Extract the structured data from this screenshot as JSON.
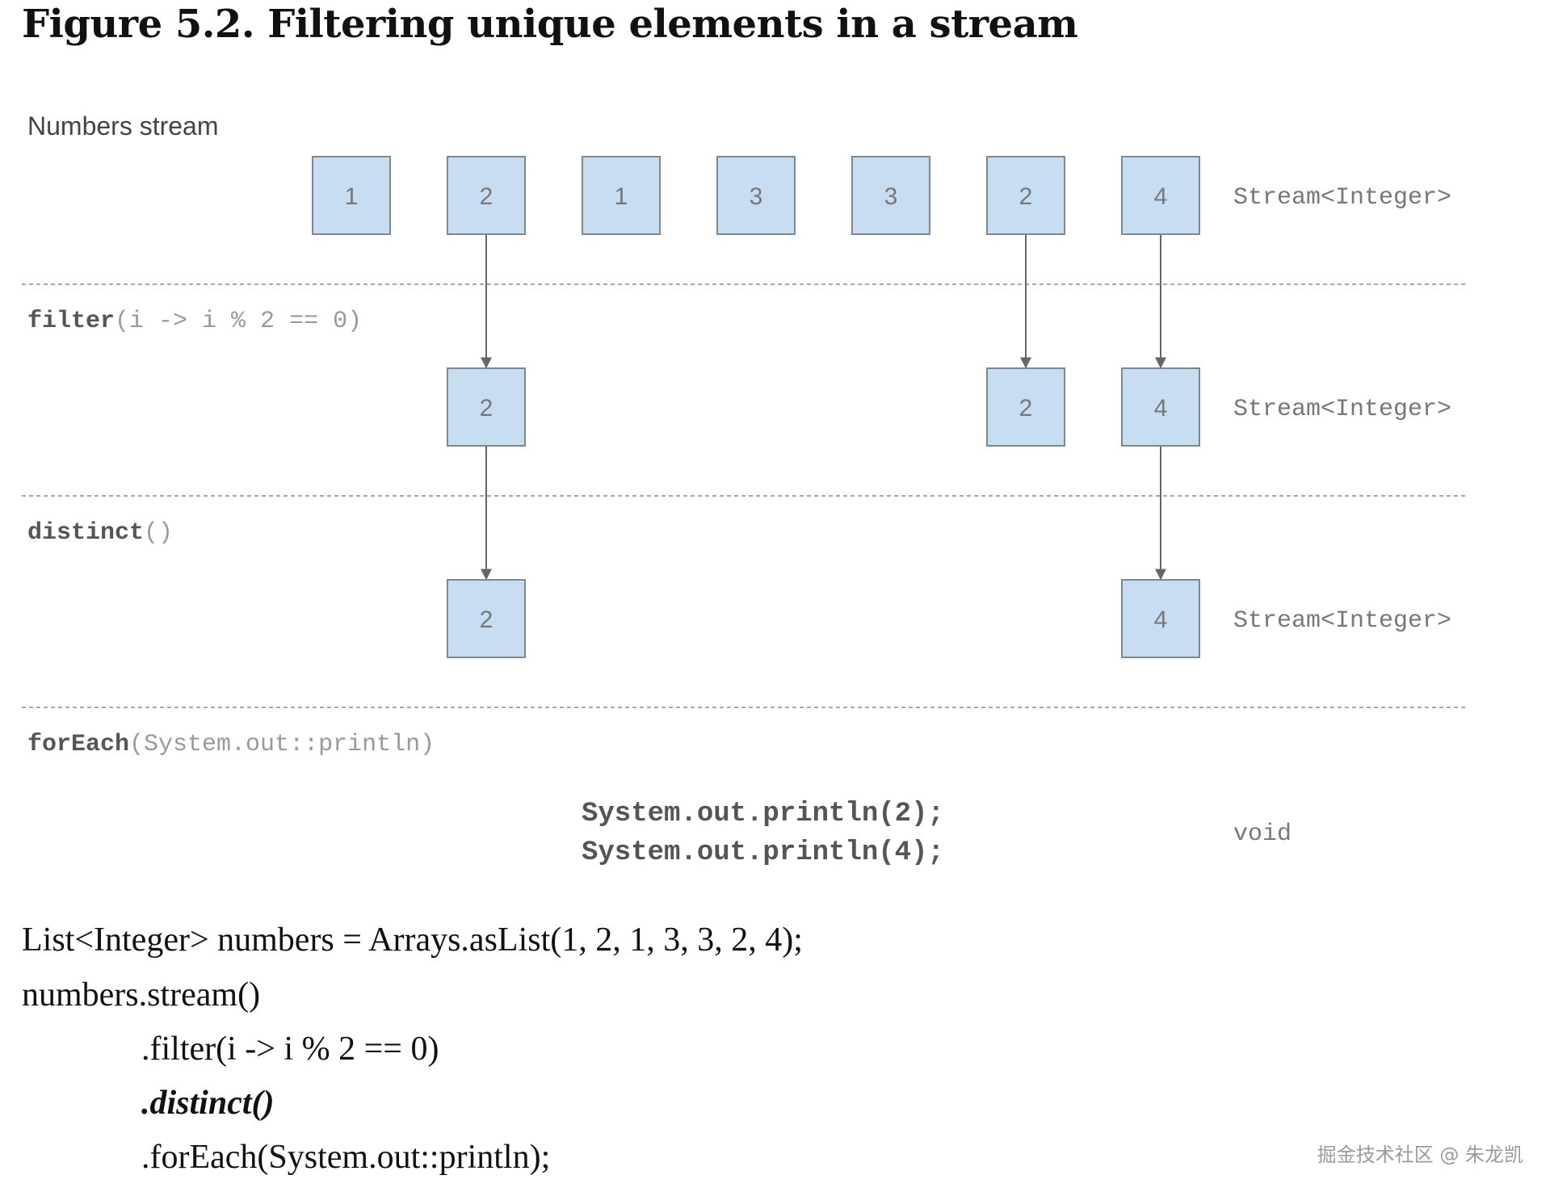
{
  "figure": {
    "title": "Figure 5.2. Filtering unique elements in a stream"
  },
  "diagram": {
    "stream_label": "Numbers stream",
    "stages": [
      {
        "op_name": "",
        "op_args": "",
        "values": [
          "1",
          "2",
          "1",
          "3",
          "3",
          "2",
          "4"
        ],
        "columns": [
          0,
          1,
          2,
          3,
          4,
          5,
          6
        ],
        "type_label": "Stream<Integer>"
      },
      {
        "op_name": "filter",
        "op_args": "(i -> i % 2 == 0)",
        "values": [
          "2",
          "2",
          "4"
        ],
        "columns": [
          1,
          5,
          6
        ],
        "type_label": "Stream<Integer>"
      },
      {
        "op_name": "distinct",
        "op_args": "()",
        "values": [
          "2",
          "4"
        ],
        "columns": [
          1,
          6
        ],
        "type_label": "Stream<Integer>"
      },
      {
        "op_name": "forEach",
        "op_args": "(System.out::println)",
        "values": [],
        "columns": [],
        "type_label": "void"
      }
    ],
    "arrows": [
      {
        "from_stage": 0,
        "to_stage": 1,
        "column": 1
      },
      {
        "from_stage": 0,
        "to_stage": 1,
        "column": 5
      },
      {
        "from_stage": 0,
        "to_stage": 1,
        "column": 6
      },
      {
        "from_stage": 1,
        "to_stage": 2,
        "column": 1
      },
      {
        "from_stage": 1,
        "to_stage": 2,
        "column": 6
      }
    ],
    "output_lines": [
      "System.out.println(2);",
      "System.out.println(4);"
    ],
    "colors": {
      "box_fill": "#c6ddf2",
      "box_stroke": "#7e868e",
      "text": "#777777",
      "op_name": "#555555",
      "arrow": "#666666",
      "separator": "#a8a8a8",
      "output_text": "#555555"
    }
  },
  "code": {
    "lines": [
      "List<Integer> numbers = Arrays.asList(1, 2, 1, 3, 3, 2, 4);",
      "numbers.stream()",
      ".filter(i -> i % 2 == 0)",
      ".distinct()",
      ".forEach(System.out::println);"
    ]
  },
  "watermark": "掘金技术社区 @ 朱龙凯"
}
